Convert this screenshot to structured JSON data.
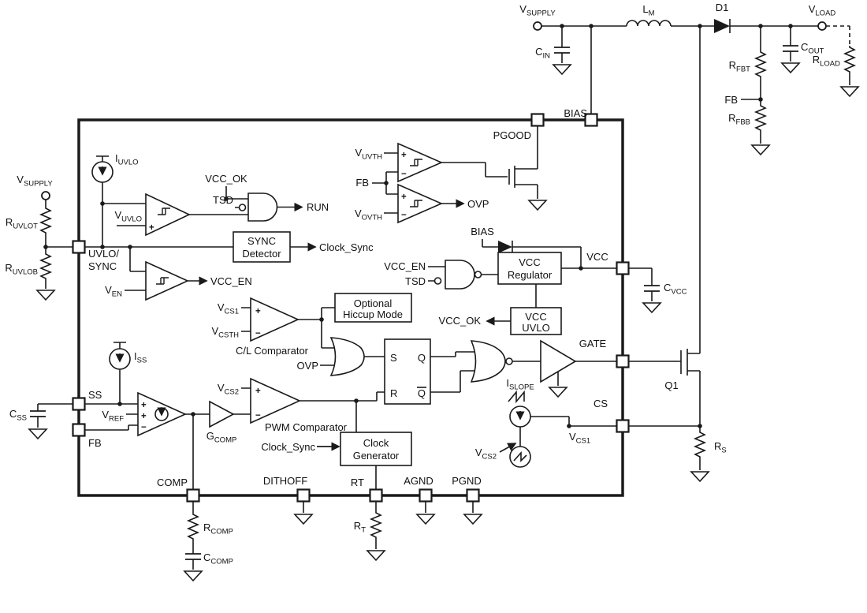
{
  "colors": {
    "ink": "#1a1a1a",
    "background": "#ffffff"
  },
  "labels": {
    "d1": "D1",
    "q1": "Q1",
    "fb": "FB",
    "ss": "SS",
    "cs": "CS",
    "rt": "RT",
    "bias": "BIAS",
    "vcc": "VCC",
    "gate": "GATE",
    "pgood": "PGOOD",
    "comp": "COMP",
    "dithoff": "DITHOFF",
    "agnd": "AGND",
    "pgnd": "PGND",
    "run": "RUN",
    "tsd": "TSD",
    "ovp": "OVP",
    "vcc_ok": "VCC_OK",
    "vcc_en": "VCC_EN",
    "clock_sync": "Clock_Sync",
    "uvlo1": "UVLO/",
    "uvlo2": "SYNC",
    "s": "S",
    "r": "R",
    "q": "Q",
    "cl_comp": "C/L Comparator",
    "pwm_comp": "PWM Comparator",
    "plus": "+",
    "minus": "−"
  },
  "subs": {
    "vsupply": [
      "V",
      "SUPPLY"
    ],
    "vload": [
      "V",
      "LOAD"
    ],
    "lm": [
      "L",
      "M"
    ],
    "cin": [
      "C",
      "IN"
    ],
    "cout": [
      "C",
      "OUT"
    ],
    "rload": [
      "R",
      "LOAD"
    ],
    "rfbt": [
      "R",
      "FBT"
    ],
    "rfbb": [
      "R",
      "FBB"
    ],
    "ruvlot": [
      "R",
      "UVLOT"
    ],
    "ruvlob": [
      "R",
      "UVLOB"
    ],
    "css": [
      "C",
      "SS"
    ],
    "cvcc": [
      "C",
      "VCC"
    ],
    "rs": [
      "R",
      "S"
    ],
    "rcomp": [
      "R",
      "COMP"
    ],
    "ccomp": [
      "C",
      "COMP"
    ],
    "rt_ext": [
      "R",
      "T"
    ],
    "iuvlo": [
      "I",
      "UVLO"
    ],
    "iss": [
      "I",
      "SS"
    ],
    "islope": [
      "I",
      "SLOPE"
    ],
    "vuvlo": [
      "V",
      "UVLO"
    ],
    "ven": [
      "V",
      "EN"
    ],
    "vuvth": [
      "V",
      "UVTH"
    ],
    "vovth": [
      "V",
      "OVTH"
    ],
    "vref": [
      "V",
      "REF"
    ],
    "vcs1": [
      "V",
      "CS1"
    ],
    "vcs2": [
      "V",
      "CS2"
    ],
    "vcsth": [
      "V",
      "CSTH"
    ],
    "gcomp": [
      "G",
      "COMP"
    ]
  },
  "boxes": {
    "sync_detector": [
      "SYNC",
      "Detector"
    ],
    "vcc_regulator": [
      "VCC",
      "Regulator"
    ],
    "vcc_uvlo": [
      "VCC",
      "UVLO"
    ],
    "hiccup": [
      "Optional",
      "Hiccup Mode"
    ],
    "clock_generator": [
      "Clock",
      "Generator"
    ]
  }
}
